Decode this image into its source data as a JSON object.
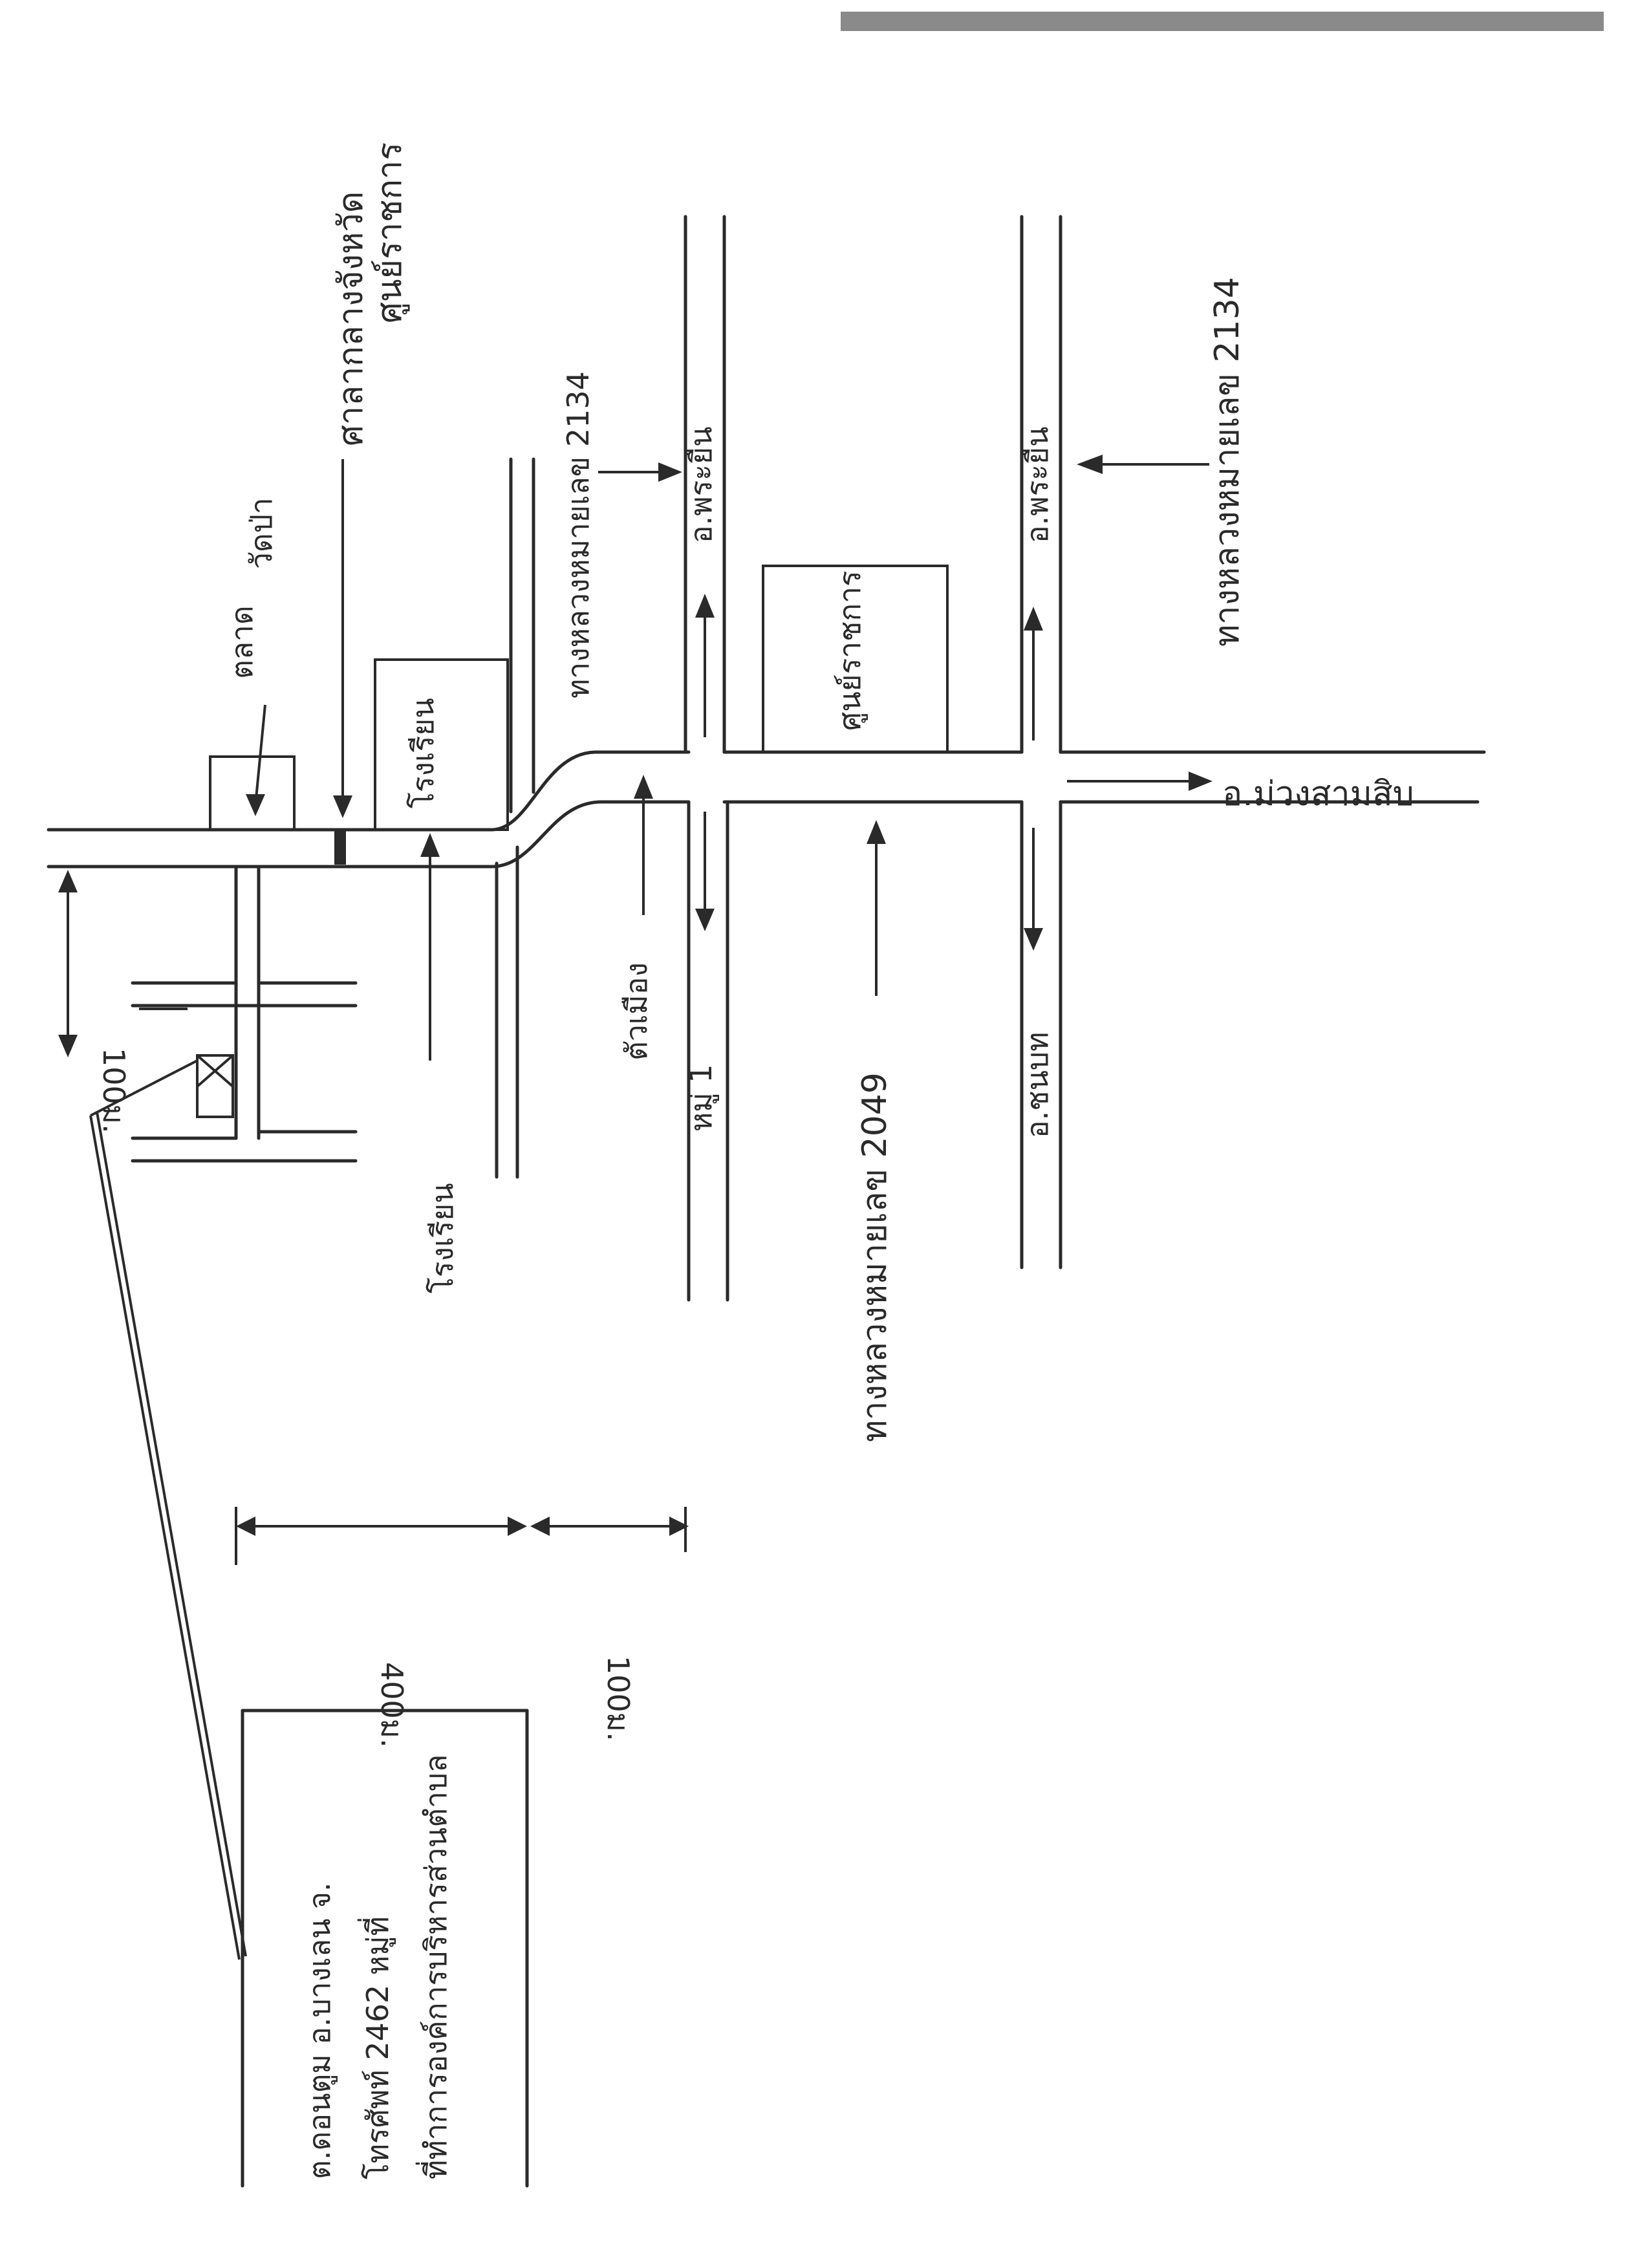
{
  "labels": {
    "provincial_office": "ศาลากลางจังหวัด",
    "provincial_gov_center": "ศูนย์ราชการ",
    "school": "โรงเรียน",
    "road_2134": "ทางหลวงหมายเลข 2134",
    "road_2049": "ทางหลวงหมายเลข 2049",
    "road_2134_upper": "ทางหลวงหมายเลข 2134",
    "district_left_top": "อ.พระยืน",
    "district_right_top": "อ.พระยืน",
    "village_road": "หมู่ 1",
    "to_town": "ตัวเมือง",
    "district_bottom": "อ.ชนบท",
    "district_right": "อ.ม่วงสามสิบ",
    "temple": "วัดป่า",
    "market": "ตลาด",
    "dist_100_left": "100ม.",
    "dist_400": "400ม.",
    "dist_100_right": "100ม.",
    "note_line1": "ที่ทำการองค์การบริหารส่วนตำบล",
    "note_line2": "โทรศัพท์ 2462 หมู่ที่",
    "note_line3": "ต.ดอนตูม อ.บางเลน จ."
  },
  "colors": {
    "ink": "#2a2a2a",
    "paper": "#ffffff"
  }
}
